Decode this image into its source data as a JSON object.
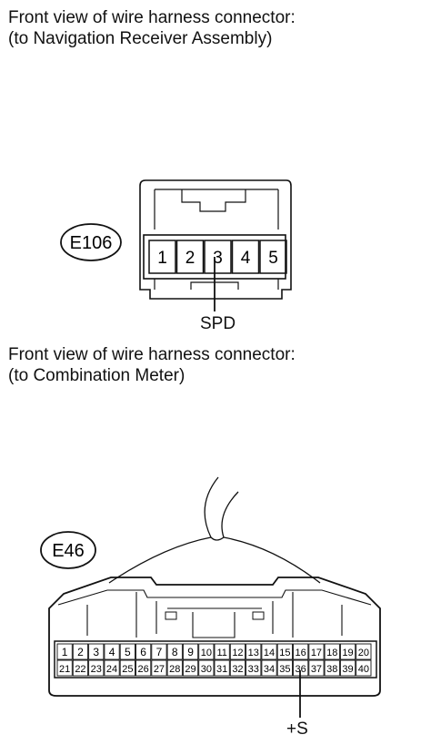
{
  "captions": {
    "navigation": {
      "line1": "Front view of wire harness connector:",
      "line2": "(to Navigation Receiver Assembly)"
    },
    "meter": {
      "line1": "Front view of wire harness connector:",
      "line2": "(to Combination Meter)"
    }
  },
  "connectors": {
    "e106": {
      "id": "E106",
      "pins": [
        "1",
        "2",
        "3",
        "4",
        "5"
      ],
      "signal_pin": "3",
      "signal_label": "SPD"
    },
    "e46": {
      "id": "E46",
      "pins_top": [
        "1",
        "2",
        "3",
        "4",
        "5",
        "6",
        "7",
        "8",
        "9",
        "10",
        "11",
        "12",
        "13",
        "14",
        "15",
        "16",
        "17",
        "18",
        "19",
        "20"
      ],
      "pins_bottom": [
        "21",
        "22",
        "23",
        "24",
        "25",
        "26",
        "27",
        "28",
        "29",
        "30",
        "31",
        "32",
        "33",
        "34",
        "35",
        "36",
        "37",
        "38",
        "39",
        "40"
      ],
      "signal_pin": "36",
      "signal_label": "+S"
    }
  }
}
